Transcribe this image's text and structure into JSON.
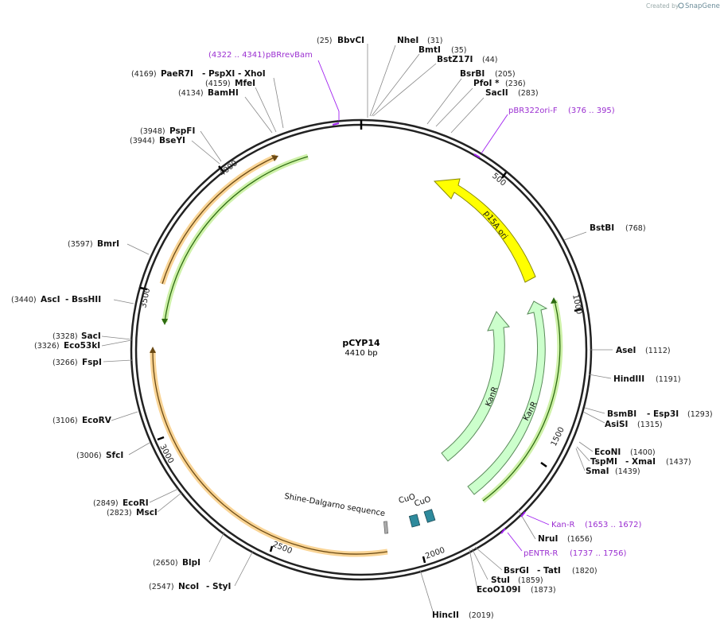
{
  "credit": {
    "prefix": "Created by",
    "brand": "SnapGene"
  },
  "plasmid": {
    "name": "pCYP14",
    "size_label": "4410 bp",
    "length": 4410
  },
  "tick_labels": [
    "500",
    "1000",
    "1500",
    "2000",
    "2500",
    "3000",
    "3500",
    "4000"
  ],
  "sites": [
    {
      "name": "BbvCI",
      "pos": "(25)"
    },
    {
      "name": "NheI",
      "pos": "(31)"
    },
    {
      "name": "BmtI",
      "pos": "(35)"
    },
    {
      "name": "BstZ17I",
      "pos": "(44)"
    },
    {
      "name": "BsrBI",
      "pos": "(205)"
    },
    {
      "name": "PfoI *",
      "pos": "(236)"
    },
    {
      "name": "SacII",
      "pos": "(283)"
    },
    {
      "name": "BstBI",
      "pos": "(768)"
    },
    {
      "name": "AseI",
      "pos": "(1112)"
    },
    {
      "name": "HindIII",
      "pos": "(1191)"
    },
    {
      "name": "BsmBI",
      "name2": "- Esp3I",
      "pos": "(1293)"
    },
    {
      "name": "AsiSI",
      "pos": "(1315)"
    },
    {
      "name": "EcoNI",
      "pos": "(1400)"
    },
    {
      "name": "TspMI",
      "name2": "- XmaI",
      "pos": "(1437)"
    },
    {
      "name": "SmaI",
      "pos": "(1439)"
    },
    {
      "name": "NruI",
      "pos": "(1656)"
    },
    {
      "name": "BsrGI",
      "name2": "- TatI",
      "pos": "(1820)"
    },
    {
      "name": "StuI",
      "pos": "(1859)"
    },
    {
      "name": "EcoO109I",
      "pos": "(1873)"
    },
    {
      "name": "HincII",
      "pos": "(2019)"
    },
    {
      "name": "NcoI",
      "name2": "- StyI",
      "pos": "(2547)"
    },
    {
      "name": "BlpI",
      "pos": "(2650)"
    },
    {
      "name": "MscI",
      "pos": "(2823)"
    },
    {
      "name": "EcoRI",
      "pos": "(2849)"
    },
    {
      "name": "SfcI",
      "pos": "(3006)"
    },
    {
      "name": "EcoRV",
      "pos": "(3106)"
    },
    {
      "name": "FspI",
      "pos": "(3266)"
    },
    {
      "name": "Eco53kI",
      "pos": "(3326)"
    },
    {
      "name": "SacI",
      "pos": "(3328)"
    },
    {
      "name": "AscI",
      "name2": "- BssHII",
      "pos": "(3440)"
    },
    {
      "name": "BmrI",
      "pos": "(3597)"
    },
    {
      "name": "BseYI",
      "pos": "(3944)"
    },
    {
      "name": "PspFI",
      "pos": "(3948)"
    },
    {
      "name": "BamHI",
      "pos": "(4134)"
    },
    {
      "name": "MfeI",
      "pos": "(4159)"
    },
    {
      "name": "PaeR7I",
      "name2": "- PspXI - XhoI",
      "pos": "(4169)"
    }
  ],
  "primers": [
    {
      "name": "pBRrevBam",
      "range": "(4322 .. 4341)"
    },
    {
      "name": "pBR322ori-F",
      "range": "(376 .. 395)"
    },
    {
      "name": "Kan-R",
      "range": "(1653 .. 1672)"
    },
    {
      "name": "pENTR-R",
      "range": "(1737 .. 1756)"
    }
  ],
  "features": [
    {
      "name": "p15A ori",
      "color": "#ffff00"
    },
    {
      "name": "KanR",
      "color": "#ccffcc"
    },
    {
      "name": "KanR",
      "color": "#ccffcc"
    },
    {
      "name": "CuO",
      "color": "#2e8a9c"
    },
    {
      "name": "CuO",
      "color": "#2e8a9c"
    },
    {
      "name": "Shine-Dalgarno sequence",
      "color": "#999999"
    }
  ],
  "colors": {
    "backbone": "#222222",
    "primer": "#a020f0",
    "orf_orange": "#f5a623",
    "orf_green": "#7ed321"
  }
}
